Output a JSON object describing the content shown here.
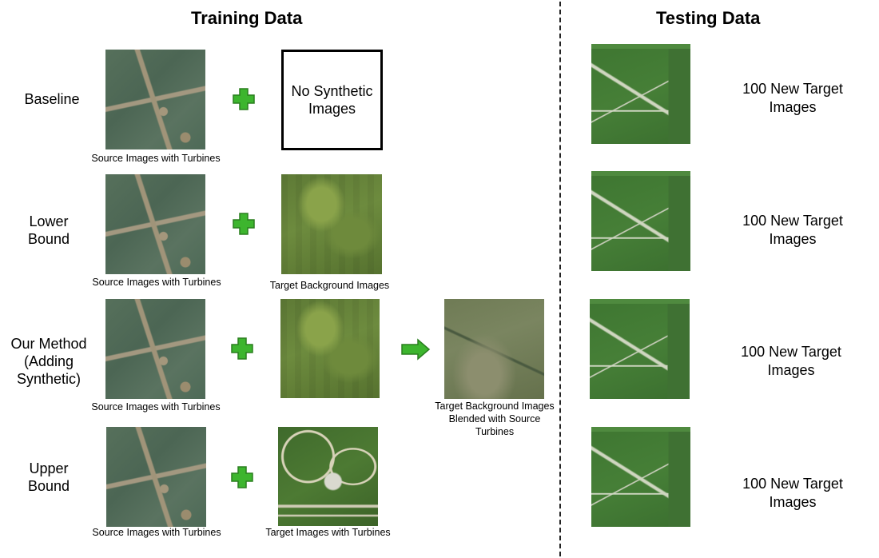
{
  "titles": {
    "training": "Training Data",
    "testing": "Testing Data"
  },
  "rows": [
    {
      "label": "Baseline",
      "source_caption": "Source Images with Turbines",
      "second_box_text": "No Synthetic\nImages",
      "second_caption": ""
    },
    {
      "label": "Lower\nBound",
      "source_caption": "Source Images with Turbines",
      "second_caption": "Target Background Images"
    },
    {
      "label": "Our Method\n(Adding\nSynthetic)",
      "source_caption": "Source Images with Turbines",
      "second_caption": "",
      "result_caption": "Target Background Images\nBlended with Source\nTurbines"
    },
    {
      "label": "Upper\nBound",
      "source_caption": "Source Images with Turbines",
      "second_caption": "Target Images with Turbines"
    }
  ],
  "testing": [
    {
      "text": "100 New Target\nImages"
    },
    {
      "text": "100 New Target\nImages"
    },
    {
      "text": "100 New Target\nImages"
    },
    {
      "text": "100 New Target\nImages"
    }
  ],
  "colors": {
    "plus_fill": "#3db52e",
    "plus_stroke": "#2a7f1f",
    "arrow_fill": "#3db52e"
  },
  "icons": {
    "plus": "plus-icon",
    "arrow": "arrow-right-icon"
  }
}
